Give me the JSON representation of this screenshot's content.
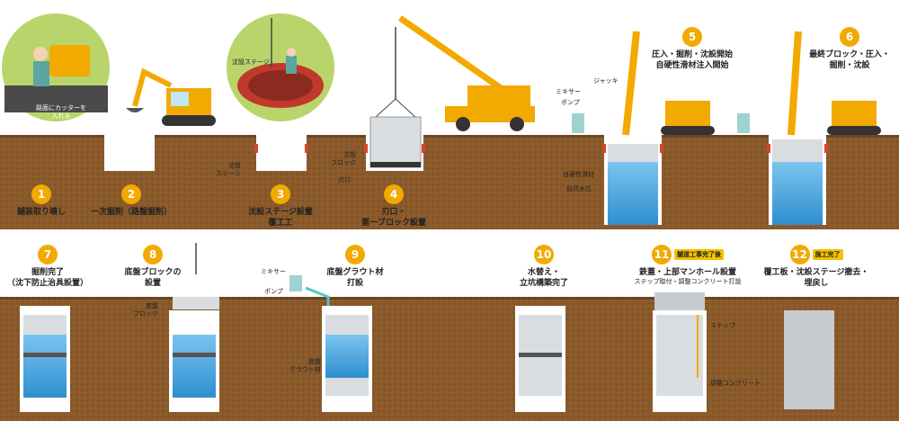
{
  "steps": [
    {
      "num": "1",
      "title": "舗装取り壊し"
    },
    {
      "num": "2",
      "title": "一次掘削（路盤掘削）"
    },
    {
      "num": "3",
      "title": "沈設ステージ設置",
      "title2": "覆工工"
    },
    {
      "num": "4",
      "title": "刃口・",
      "title2": "第一ブロック設置"
    },
    {
      "num": "5",
      "title": "圧入・掘削・沈設開始",
      "title2": "自硬性滑材注入開始"
    },
    {
      "num": "6",
      "title": "最終ブロック・圧入・",
      "title2": "掘削・沈設"
    },
    {
      "num": "7",
      "title": "掘削完了",
      "title2": "（沈下防止治具設置）"
    },
    {
      "num": "8",
      "title": "底盤ブロックの",
      "title2": "設置"
    },
    {
      "num": "9",
      "title": "底盤グラウト材",
      "title2": "打設"
    },
    {
      "num": "10",
      "title": "水替え・",
      "title2": "立坑構築完了"
    },
    {
      "num": "11",
      "badge": "舗道工事完了後",
      "title": "鉄蓋・上部マンホール設置",
      "title2": "ステップ取付・調整コンクリート打設"
    },
    {
      "num": "12",
      "badge": "施工完了",
      "title": "覆工板・沈設ステージ撤去・",
      "title2": "埋戻し"
    }
  ],
  "callouts": {
    "cutter": "路面にカッターを\n入れる",
    "stage_bubble": "沈設ステージ",
    "stage": "沈設\nステージ",
    "block": "沈設\nブロック",
    "edge": "刃口",
    "mixer": "ミキサー",
    "pump": "ポンプ",
    "jack": "ジャッキ",
    "lubricant": "自硬性滑材",
    "water_level": "自然水位",
    "base_block": "底盤\nブロック",
    "mixer2": "ミキサー",
    "pump2": "ポンプ",
    "grout": "底盤\nグラウト材",
    "step_ladder": "ステップ",
    "adjust_concrete": "調整コンクリート"
  },
  "colors": {
    "soil": "#8b5a2b",
    "soil_dark": "#6e4420",
    "accent": "#f2a900",
    "water": "#4aa8e0",
    "block": "#d9dde0",
    "asphalt": "#4a4a4a",
    "bubble": "#b9d46a"
  }
}
